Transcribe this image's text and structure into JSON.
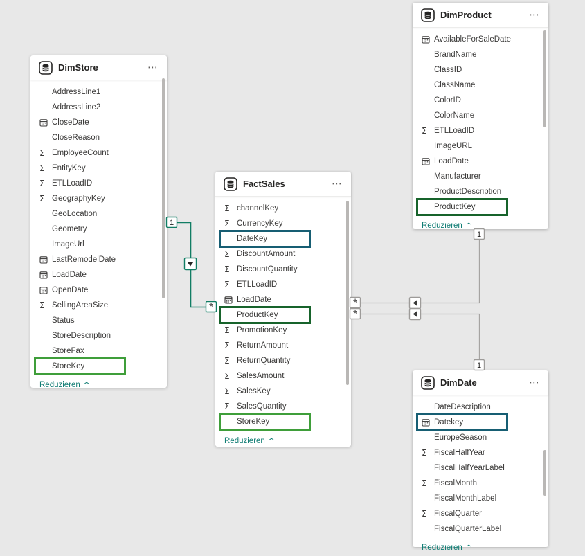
{
  "colors": {
    "canvas_bg": "#e8e8e8",
    "card_bg": "#ffffff",
    "active_relationship": "#117d64",
    "inactive_relationship": "#a6a4a2",
    "highlight_green": "#3f9e3a",
    "highlight_darkgreen": "#17632b",
    "highlight_blue": "#175e73",
    "collapse_link": "#117d74",
    "field_text": "#3b3a39",
    "title_text": "#252423"
  },
  "tables": [
    {
      "title": "DimStore",
      "header_icon": "table-database-icon",
      "menu_icon": "ellipsis-icon",
      "collapse_label": "Reduzieren",
      "collapse_icon": "chevron-up-icon",
      "fields": [
        {
          "name": "AddressLine1",
          "icon": null,
          "highlight": null
        },
        {
          "name": "AddressLine2",
          "icon": null,
          "highlight": null
        },
        {
          "name": "CloseDate",
          "icon": "calendar-icon",
          "highlight": null
        },
        {
          "name": "CloseReason",
          "icon": null,
          "highlight": null
        },
        {
          "name": "EmployeeCount",
          "icon": "sigma-icon",
          "highlight": null
        },
        {
          "name": "EntityKey",
          "icon": "sigma-icon",
          "highlight": null
        },
        {
          "name": "ETLLoadID",
          "icon": "sigma-icon",
          "highlight": null
        },
        {
          "name": "GeographyKey",
          "icon": "sigma-icon",
          "highlight": null
        },
        {
          "name": "GeoLocation",
          "icon": null,
          "highlight": null
        },
        {
          "name": "Geometry",
          "icon": null,
          "highlight": null
        },
        {
          "name": "ImageUrl",
          "icon": null,
          "highlight": null
        },
        {
          "name": "LastRemodelDate",
          "icon": "calendar-icon",
          "highlight": null
        },
        {
          "name": "LoadDate",
          "icon": "calendar-icon",
          "highlight": null
        },
        {
          "name": "OpenDate",
          "icon": "calendar-icon",
          "highlight": null
        },
        {
          "name": "SellingAreaSize",
          "icon": "sigma-icon",
          "highlight": null
        },
        {
          "name": "Status",
          "icon": null,
          "highlight": null
        },
        {
          "name": "StoreDescription",
          "icon": null,
          "highlight": null
        },
        {
          "name": "StoreFax",
          "icon": null,
          "highlight": null
        },
        {
          "name": "StoreKey",
          "icon": null,
          "highlight": "highlight_green"
        }
      ]
    },
    {
      "title": "FactSales",
      "header_icon": "table-database-icon",
      "menu_icon": "ellipsis-icon",
      "collapse_label": "Reduzieren",
      "collapse_icon": "chevron-up-icon",
      "fields": [
        {
          "name": "channelKey",
          "icon": "sigma-icon",
          "highlight": null
        },
        {
          "name": "CurrencyKey",
          "icon": "sigma-icon",
          "highlight": null
        },
        {
          "name": "DateKey",
          "icon": null,
          "highlight": "highlight_blue"
        },
        {
          "name": "DiscountAmount",
          "icon": "sigma-icon",
          "highlight": null
        },
        {
          "name": "DiscountQuantity",
          "icon": "sigma-icon",
          "highlight": null
        },
        {
          "name": "ETLLoadID",
          "icon": "sigma-icon",
          "highlight": null
        },
        {
          "name": "LoadDate",
          "icon": "calendar-icon",
          "highlight": null
        },
        {
          "name": "ProductKey",
          "icon": null,
          "highlight": "highlight_darkgreen"
        },
        {
          "name": "PromotionKey",
          "icon": "sigma-icon",
          "highlight": null
        },
        {
          "name": "ReturnAmount",
          "icon": "sigma-icon",
          "highlight": null
        },
        {
          "name": "ReturnQuantity",
          "icon": "sigma-icon",
          "highlight": null
        },
        {
          "name": "SalesAmount",
          "icon": "sigma-icon",
          "highlight": null
        },
        {
          "name": "SalesKey",
          "icon": "sigma-icon",
          "highlight": null
        },
        {
          "name": "SalesQuantity",
          "icon": "sigma-icon",
          "highlight": null
        },
        {
          "name": "StoreKey",
          "icon": null,
          "highlight": "highlight_green"
        }
      ]
    },
    {
      "title": "DimProduct",
      "header_icon": "table-database-icon",
      "menu_icon": "ellipsis-icon",
      "collapse_label": "Reduzieren",
      "collapse_icon": "chevron-up-icon",
      "fields": [
        {
          "name": "AvailableForSaleDate",
          "icon": "calendar-icon",
          "highlight": null
        },
        {
          "name": "BrandName",
          "icon": null,
          "highlight": null
        },
        {
          "name": "ClassID",
          "icon": null,
          "highlight": null
        },
        {
          "name": "ClassName",
          "icon": null,
          "highlight": null
        },
        {
          "name": "ColorID",
          "icon": null,
          "highlight": null
        },
        {
          "name": "ColorName",
          "icon": null,
          "highlight": null
        },
        {
          "name": "ETLLoadID",
          "icon": "sigma-icon",
          "highlight": null
        },
        {
          "name": "ImageURL",
          "icon": null,
          "highlight": null
        },
        {
          "name": "LoadDate",
          "icon": "calendar-icon",
          "highlight": null
        },
        {
          "name": "Manufacturer",
          "icon": null,
          "highlight": null
        },
        {
          "name": "ProductDescription",
          "icon": null,
          "highlight": null
        },
        {
          "name": "ProductKey",
          "icon": null,
          "highlight": "highlight_darkgreen"
        }
      ]
    },
    {
      "title": "DimDate",
      "header_icon": "table-database-icon",
      "menu_icon": "ellipsis-icon",
      "collapse_label": "Reduzieren",
      "collapse_icon": "chevron-up-icon",
      "fields": [
        {
          "name": "DateDescription",
          "icon": null,
          "highlight": null
        },
        {
          "name": "Datekey",
          "icon": "calendar-icon",
          "highlight": "highlight_blue"
        },
        {
          "name": "EuropeSeason",
          "icon": null,
          "highlight": null
        },
        {
          "name": "FiscalHalfYear",
          "icon": "sigma-icon",
          "highlight": null
        },
        {
          "name": "FiscalHalfYearLabel",
          "icon": null,
          "highlight": null
        },
        {
          "name": "FiscalMonth",
          "icon": "sigma-icon",
          "highlight": null
        },
        {
          "name": "FiscalMonthLabel",
          "icon": null,
          "highlight": null
        },
        {
          "name": "FiscalQuarter",
          "icon": "sigma-icon",
          "highlight": null
        },
        {
          "name": "FiscalQuarterLabel",
          "icon": null,
          "highlight": null
        }
      ]
    }
  ],
  "relationships": [
    {
      "from_table": "DimStore",
      "to_table": "FactSales",
      "one_label": "1",
      "many_label": "*",
      "state": "active",
      "arrow_icon": "filter-direction-down-icon"
    },
    {
      "from_table": "DimProduct",
      "to_table": "FactSales",
      "one_label": "1",
      "many_label": "*",
      "state": "inactive",
      "arrow_icon": "filter-direction-left-icon"
    },
    {
      "from_table": "DimDate",
      "to_table": "FactSales",
      "one_label": "1",
      "many_label": "*",
      "state": "inactive",
      "arrow_icon": "filter-direction-left-icon"
    }
  ]
}
